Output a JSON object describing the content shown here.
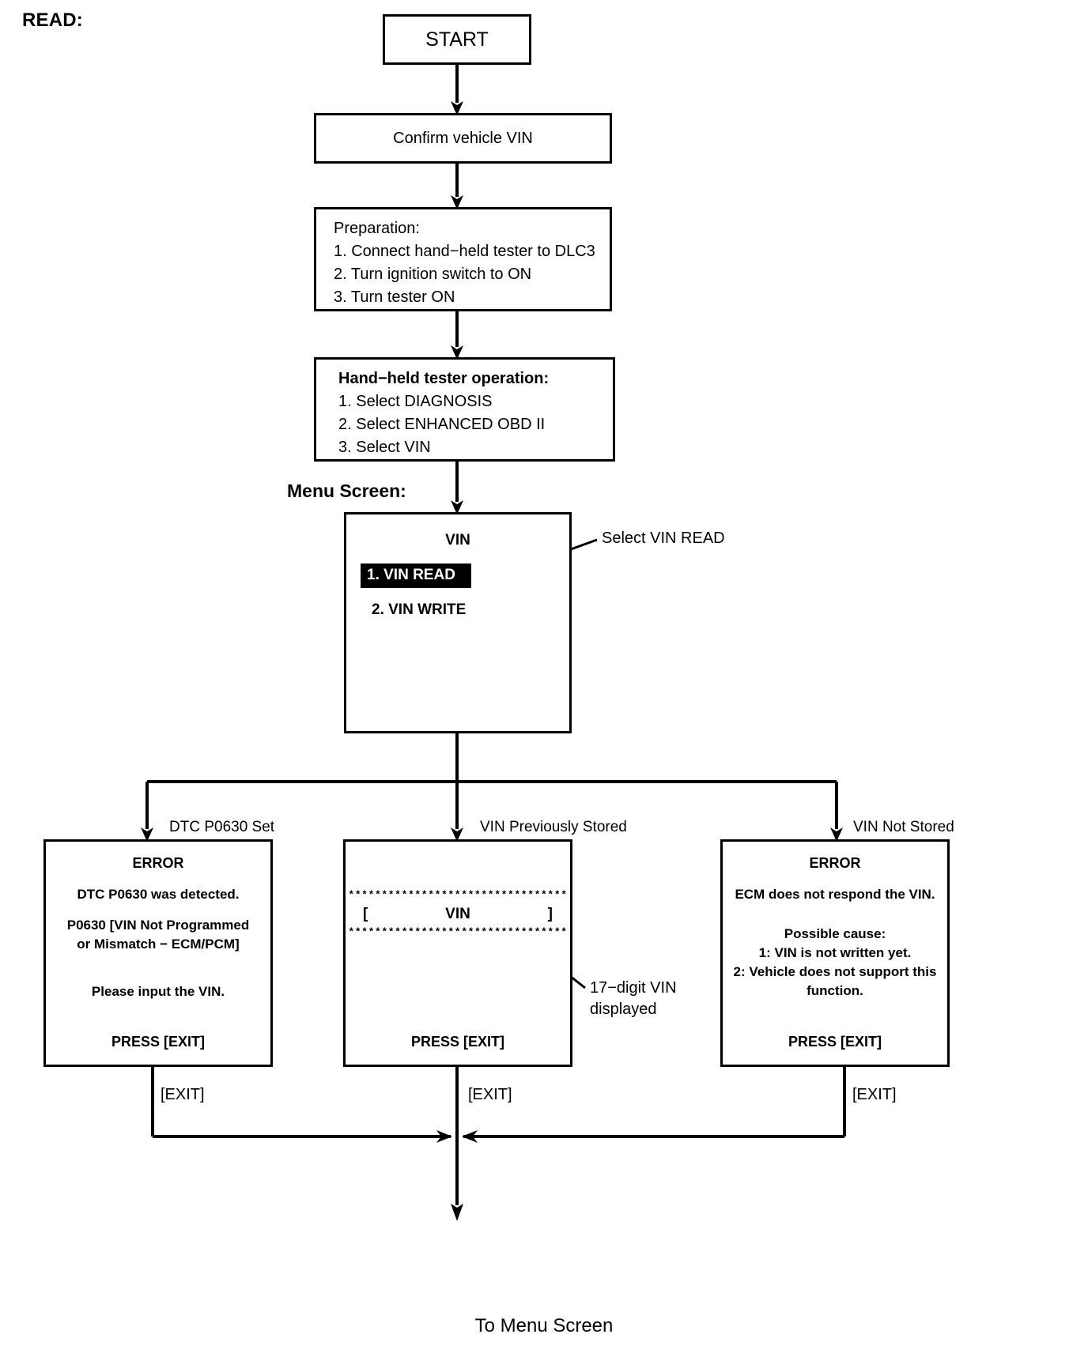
{
  "page": {
    "title": "READ:",
    "menu_screen_label": "Menu Screen:",
    "footer": "To Menu Screen"
  },
  "flow": {
    "start": "START",
    "confirm": "Confirm vehicle VIN",
    "preparation": {
      "header": "Preparation:",
      "steps": [
        "1. Connect hand−held tester to DLC3",
        "2. Turn ignition switch to ON",
        "3. Turn tester ON"
      ]
    },
    "tester_operation": {
      "header": "Hand−held tester operation:",
      "steps": [
        "1. Select DIAGNOSIS",
        "2. Select ENHANCED OBD II",
        "3. Select VIN"
      ]
    }
  },
  "menu_screen": {
    "title": "VIN",
    "items": [
      {
        "label": "1. VIN READ",
        "selected": true
      },
      {
        "label": "2. VIN WRITE",
        "selected": false
      }
    ],
    "callout": "Select VIN READ"
  },
  "branches": [
    {
      "label": "DTC P0630 Set"
    },
    {
      "label": "VIN Previously Stored"
    },
    {
      "label": "VIN Not Stored"
    }
  ],
  "screens": {
    "dtc_set": {
      "header": "ERROR",
      "line1": "DTC P0630 was detected.",
      "line2": "P0630  [VIN Not Programmed",
      "line3": "or Mismatch − ECM/PCM]",
      "line4": "Please input the VIN.",
      "press": "PRESS [EXIT]"
    },
    "vin_stored": {
      "stars_top": "*********************************",
      "bracket_open": "[",
      "vin_text": "VIN",
      "bracket_close": "]",
      "stars_bottom": "*********************************",
      "press": "PRESS [EXIT]",
      "callout_line1": "17−digit VIN",
      "callout_line2": "displayed"
    },
    "vin_not_stored": {
      "header": "ERROR",
      "line1": "ECM does not respond the VIN.",
      "line2": "Possible cause:",
      "line3": "1: VIN is not written yet.",
      "line4": "2: Vehicle does not support this",
      "line5": "function.",
      "press": "PRESS [EXIT]"
    }
  },
  "exit_labels": {
    "left": "[EXIT]",
    "middle": "[EXIT]",
    "right": "[EXIT]"
  },
  "colors": {
    "ink": "#000000",
    "paper": "#ffffff",
    "highlight_bg": "#000000",
    "highlight_fg": "#ffffff"
  }
}
